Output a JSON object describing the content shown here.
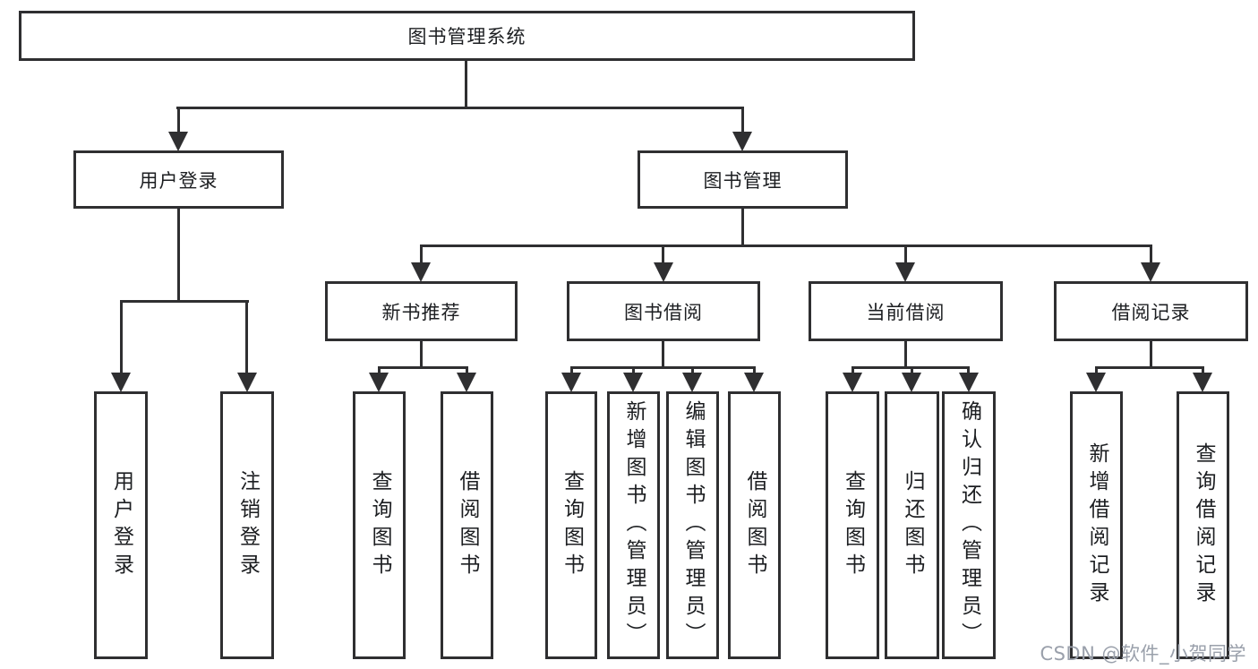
{
  "diagram": {
    "root": "图书管理系统",
    "level2": {
      "user_login": "用户登录",
      "book_mgmt": "图书管理"
    },
    "level3": {
      "new_books": "新书推荐",
      "borrowing": "图书借阅",
      "current": "当前借阅",
      "records": "借阅记录"
    },
    "leaves": {
      "user_login": [
        "用户登录",
        "注销登录"
      ],
      "new_books": [
        "查询图书",
        "借阅图书"
      ],
      "borrowing": [
        "查询图书",
        "新增图书（管理员）",
        "编辑图书（管理员）",
        "借阅图书"
      ],
      "current": [
        "查询图书",
        "归还图书",
        "确认归还（管理员）"
      ],
      "records": [
        "新增借阅记录",
        "查询借阅记录"
      ]
    }
  },
  "watermark": "CSDN @软件_小贺同学",
  "colors": {
    "line": "#2f2f31",
    "text": "#1c1e21",
    "watermark": "#9aa0ab",
    "background": "#ffffff"
  }
}
